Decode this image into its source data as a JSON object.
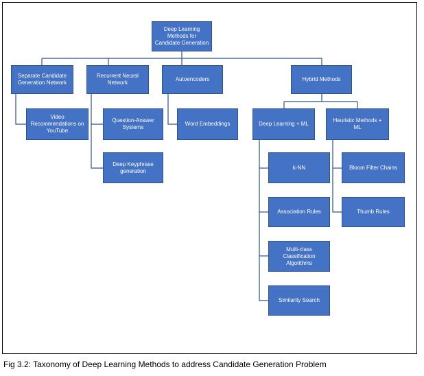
{
  "diagram": {
    "nodes": {
      "root": "Deep Learning Methods for Candidate Generation",
      "separate": "Separate Candidate Generation Network",
      "youtube": "Video Recommendations on YouTube",
      "rnn": "Recurrent Neural Network",
      "qa": "Question-Answer Systems",
      "keyphrase": "Deep Keyphrase generation",
      "autoencoders": "Autoencoders",
      "word_embeddings": "Word Embeddings",
      "hybrid": "Hybrid Methods",
      "dl_ml": "Deep Learning + ML",
      "heuristic": "Heuristic Methods + ML",
      "knn": "k-NN",
      "association": "Association Rules",
      "multiclass": "Multi-class Classification Algorithms",
      "similarity": "Similarity Search",
      "bloom": "Bloom Filter Chains",
      "thumb": "Thumb Rules"
    },
    "edges": [
      [
        "root",
        "separate"
      ],
      [
        "root",
        "rnn"
      ],
      [
        "root",
        "autoencoders"
      ],
      [
        "root",
        "hybrid"
      ],
      [
        "separate",
        "youtube"
      ],
      [
        "rnn",
        "qa"
      ],
      [
        "rnn",
        "keyphrase"
      ],
      [
        "autoencoders",
        "word_embeddings"
      ],
      [
        "hybrid",
        "dl_ml"
      ],
      [
        "hybrid",
        "heuristic"
      ],
      [
        "dl_ml",
        "knn"
      ],
      [
        "dl_ml",
        "association"
      ],
      [
        "dl_ml",
        "multiclass"
      ],
      [
        "dl_ml",
        "similarity"
      ],
      [
        "heuristic",
        "bloom"
      ],
      [
        "heuristic",
        "thumb"
      ]
    ],
    "colors": {
      "node_fill": "#4472c4",
      "node_border": "#2f528f",
      "node_text": "#ffffff",
      "connector": "#2f528f"
    }
  },
  "caption": "Fig 3.2: Taxonomy of Deep Learning Methods to address Candidate Generation Problem"
}
